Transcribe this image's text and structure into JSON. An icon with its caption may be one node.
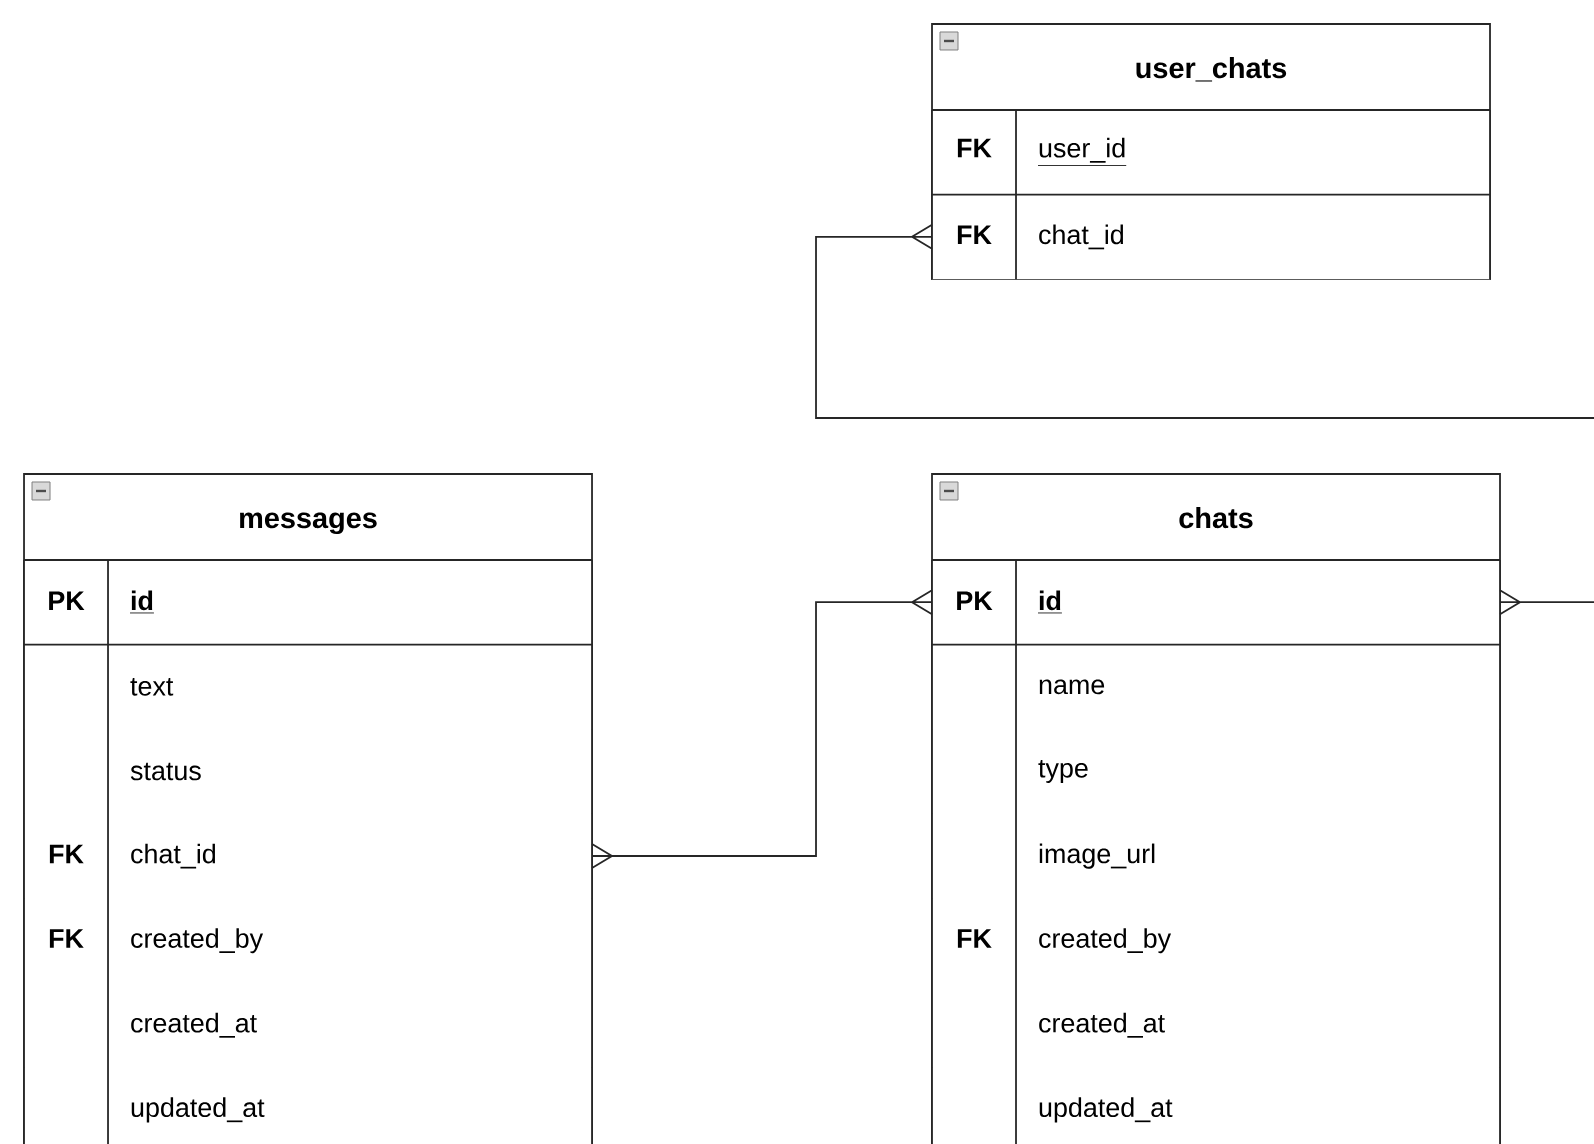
{
  "diagram": {
    "nodes": [
      {
        "text": [
          "user_chats"
        ]
      },
      {
        "text": [
          "FK",
          "user_id"
        ],
        "in": 0
      },
      {
        "text": [
          "FK",
          "chat_id"
        ],
        "in": 0
      },
      {
        "text": [
          "messages"
        ]
      },
      {
        "text": [
          "PK",
          "**id**"
        ],
        "in": 3
      },
      {
        "text": [
          "text"
        ],
        "in": 3
      },
      {
        "text": [
          "status"
        ],
        "in": 3
      },
      {
        "text": [
          "FK",
          "chat_id"
        ],
        "in": 3
      },
      {
        "text": [
          "FK",
          "created_by"
        ],
        "in": 3
      },
      {
        "text": [
          "created_at"
        ],
        "in": 3
      },
      {
        "text": [
          "updated_at"
        ],
        "in": 3
      },
      {
        "text": [
          "chats"
        ]
      },
      {
        "text": [
          "PK",
          "**id**"
        ],
        "in": 11
      },
      {
        "text": [
          "name"
        ],
        "in": 11
      },
      {
        "text": [
          "type"
        ],
        "in": 11
      },
      {
        "text": [
          "image_url"
        ],
        "in": 11
      },
      {
        "text": [
          "FK",
          "created_by"
        ],
        "in": 11
      },
      {
        "text": [
          "created_at"
        ],
        "in": 11
      },
      {
        "text": [
          "updated_at"
        ],
        "in": 11
      }
    ],
    "edges": [
      {
        "from": 7,
        "to": 12,
        "arrow": "other"
      },
      {
        "from": 12,
        "to": null,
        "arrow": "other"
      },
      {
        "from": null,
        "to": 2,
        "arrow": "other"
      }
    ]
  }
}
